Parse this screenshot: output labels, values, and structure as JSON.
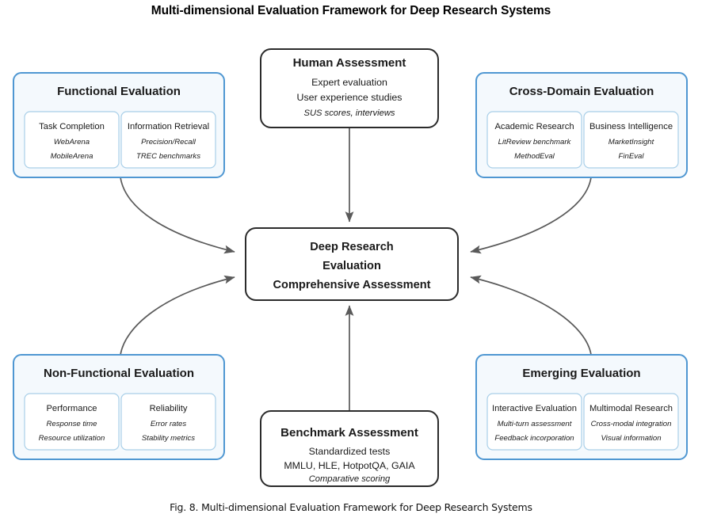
{
  "figure": {
    "title": "Multi-dimensional Evaluation Framework for Deep Research Systems",
    "caption": "Fig. 8.  Multi-dimensional Evaluation Framework for Deep Research Systems"
  },
  "colors": {
    "panel_border": "#4f97d2",
    "panel_fill": "#f4f9fd",
    "subbox_border": "#a9cfe8",
    "subbox_fill": "#ffffff",
    "hub_border": "#2b2b2b",
    "hub_fill": "#ffffff",
    "arrow": "#5a5a5a",
    "text": "#1a1a1a",
    "background": "#ffffff"
  },
  "center": {
    "lines": [
      "Deep Research",
      "Evaluation",
      "Comprehensive Assessment"
    ]
  },
  "top_center": {
    "title": "Human Assessment",
    "lines": [
      "Expert evaluation",
      "User experience studies"
    ],
    "italic": "SUS scores, interviews"
  },
  "bottom_center": {
    "title": "Benchmark Assessment",
    "lines": [
      "Standardized tests",
      "MMLU, HLE, HotpotQA, GAIA"
    ],
    "italic": "Comparative scoring"
  },
  "panels": [
    {
      "id": "functional-evaluation",
      "title": "Functional Evaluation",
      "subboxes": [
        {
          "title": "Task Completion",
          "items": [
            "WebArena",
            "MobileArena"
          ]
        },
        {
          "title": "Information Retrieval",
          "items": [
            "Precision/Recall",
            "TREC benchmarks"
          ]
        }
      ]
    },
    {
      "id": "cross-domain-evaluation",
      "title": "Cross-Domain Evaluation",
      "subboxes": [
        {
          "title": "Academic Research",
          "items": [
            "LitReview benchmark",
            "MethodEval"
          ]
        },
        {
          "title": "Business Intelligence",
          "items": [
            "MarketInsight",
            "FinEval"
          ]
        }
      ]
    },
    {
      "id": "non-functional-evaluation",
      "title": "Non-Functional Evaluation",
      "subboxes": [
        {
          "title": "Performance",
          "items": [
            "Response time",
            "Resource utilization"
          ]
        },
        {
          "title": "Reliability",
          "items": [
            "Error rates",
            "Stability metrics"
          ]
        }
      ]
    },
    {
      "id": "emerging-evaluation",
      "title": "Emerging Evaluation",
      "subboxes": [
        {
          "title": "Interactive Evaluation",
          "items": [
            "Multi-turn assessment",
            "Feedback incorporation"
          ]
        },
        {
          "title": "Multimodal Research",
          "items": [
            "Cross-modal integration",
            "Visual information"
          ]
        }
      ]
    }
  ]
}
